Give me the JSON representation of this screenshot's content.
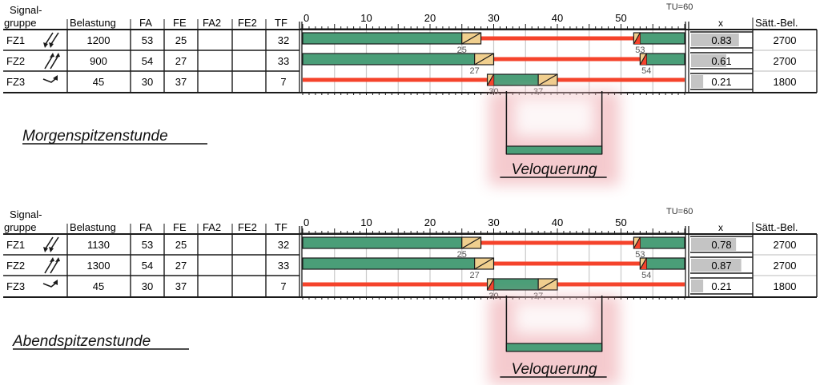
{
  "colors": {
    "green": "#4a9e78",
    "amber": "#f0cf8e",
    "red": "#f5432b",
    "x_bar_fill": "#c4c4c4",
    "highlight_glow": "#e88b93",
    "grid": "#c9c9c9",
    "line": "#1a1a1a",
    "label_grey": "#555555"
  },
  "headers": {
    "signalgruppe_line1": "Signal-",
    "signalgruppe_line2": "gruppe",
    "belastung": "Belastung",
    "fa": "FA",
    "fe": "FE",
    "fa2": "FA2",
    "fe2": "FE2",
    "tf": "TF",
    "cycle": "TU=60",
    "x": "x",
    "saett_bel": "Sätt.-Bel."
  },
  "chart_data": [
    {
      "type": "gantt-signal-timing",
      "title": "Morgenspitzenstunde",
      "annotation": "Veloquerung",
      "xlabel": "",
      "x_ticks": [
        0,
        10,
        20,
        30,
        40,
        50
      ],
      "xlim": [
        0,
        60
      ],
      "cycle_time_s": 60,
      "amber_after_green_s": 3,
      "red_amber_before_green_s": 1,
      "veloquerung": {
        "start": 32,
        "end": 47
      },
      "rows": [
        {
          "group": "FZ1",
          "icon": "arrows-down-icon",
          "belastung": "1200",
          "fa": 53,
          "fe": 25,
          "fa2": "",
          "fe2": "",
          "tf": 32,
          "x": 0.83,
          "x_label": "0.83",
          "saett_bel": "2700",
          "fa_label": "53",
          "fe_label": "25"
        },
        {
          "group": "FZ2",
          "icon": "arrows-up-icon",
          "belastung": "900",
          "fa": 54,
          "fe": 27,
          "fa2": "",
          "fe2": "",
          "tf": 33,
          "x": 0.61,
          "x_label": "0.61",
          "saett_bel": "2700",
          "fa_label": "54",
          "fe_label": "27"
        },
        {
          "group": "FZ3",
          "icon": "turn-arrow-icon",
          "belastung": "45",
          "fa": 30,
          "fe": 37,
          "fa2": "",
          "fe2": "",
          "tf": 7,
          "x": 0.21,
          "x_label": "0.21",
          "saett_bel": "1800",
          "fa_label": "30",
          "fe_label": "37"
        }
      ]
    },
    {
      "type": "gantt-signal-timing",
      "title": "Abendspitzenstunde",
      "annotation": "Veloquerung",
      "xlabel": "",
      "x_ticks": [
        0,
        10,
        20,
        30,
        40,
        50
      ],
      "xlim": [
        0,
        60
      ],
      "cycle_time_s": 60,
      "amber_after_green_s": 3,
      "red_amber_before_green_s": 1,
      "veloquerung": {
        "start": 32,
        "end": 47
      },
      "rows": [
        {
          "group": "FZ1",
          "icon": "arrows-down-icon",
          "belastung": "1130",
          "fa": 53,
          "fe": 25,
          "fa2": "",
          "fe2": "",
          "tf": 32,
          "x": 0.78,
          "x_label": "0.78",
          "saett_bel": "2700",
          "fa_label": "53",
          "fe_label": "25"
        },
        {
          "group": "FZ2",
          "icon": "arrows-up-icon",
          "belastung": "1300",
          "fa": 54,
          "fe": 27,
          "fa2": "",
          "fe2": "",
          "tf": 33,
          "x": 0.87,
          "x_label": "0.87",
          "saett_bel": "2700",
          "fa_label": "54",
          "fe_label": "27"
        },
        {
          "group": "FZ3",
          "icon": "turn-arrow-icon",
          "belastung": "45",
          "fa": 30,
          "fe": 37,
          "fa2": "",
          "fe2": "",
          "tf": 7,
          "x": 0.21,
          "x_label": "0.21",
          "saett_bel": "1800",
          "fa_label": "30",
          "fe_label": "37"
        }
      ]
    }
  ]
}
